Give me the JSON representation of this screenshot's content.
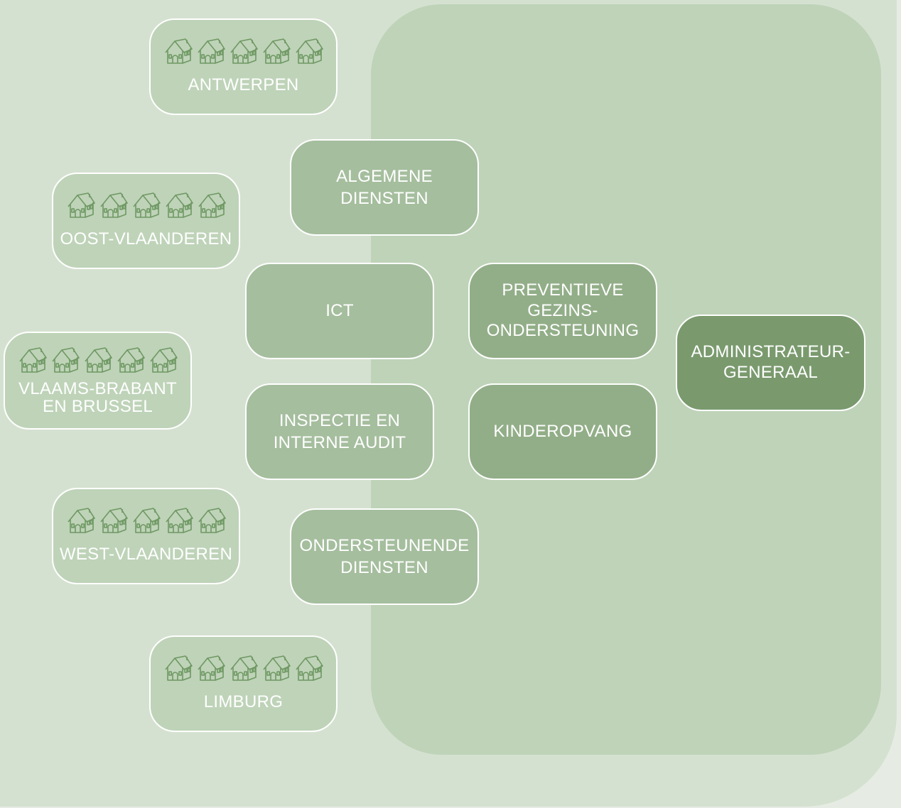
{
  "provinces": [
    {
      "label": "ANTWERPEN",
      "houses": 5
    },
    {
      "label": "OOST-VLAANDEREN",
      "houses": 5
    },
    {
      "label": "VLAAMS-BRABANT\nEN BRUSSEL",
      "houses": 5
    },
    {
      "label": "WEST-VLAANDEREN",
      "houses": 5
    },
    {
      "label": "LIMBURG",
      "houses": 5
    }
  ],
  "services": {
    "algemene_diensten": "ALGEMENE\nDIENSTEN",
    "ict": "ICT",
    "inspectie": "INSPECTIE EN\nINTERNE AUDIT",
    "ondersteunende_diensten": "ONDERSTEUNENDE\nDIENSTEN"
  },
  "departments": {
    "preventieve": "PREVENTIEVE\nGEZINS-\nONDERSTEUNING",
    "kinderopvang": "KINDEROPVANG"
  },
  "administrateur": "ADMINISTRATEUR-\nGENERAAL",
  "colors": {
    "page_bg": "#e6ece3",
    "outer_panel": "#d5e1d0",
    "inner_panel": "#bed3b8",
    "service_box": "#a5be9e",
    "department_box": "#92ae88",
    "administrateur_box": "#7a9a6e",
    "house_icon": "#6f9863",
    "border": "#ffffff"
  },
  "icon": "house-icon"
}
